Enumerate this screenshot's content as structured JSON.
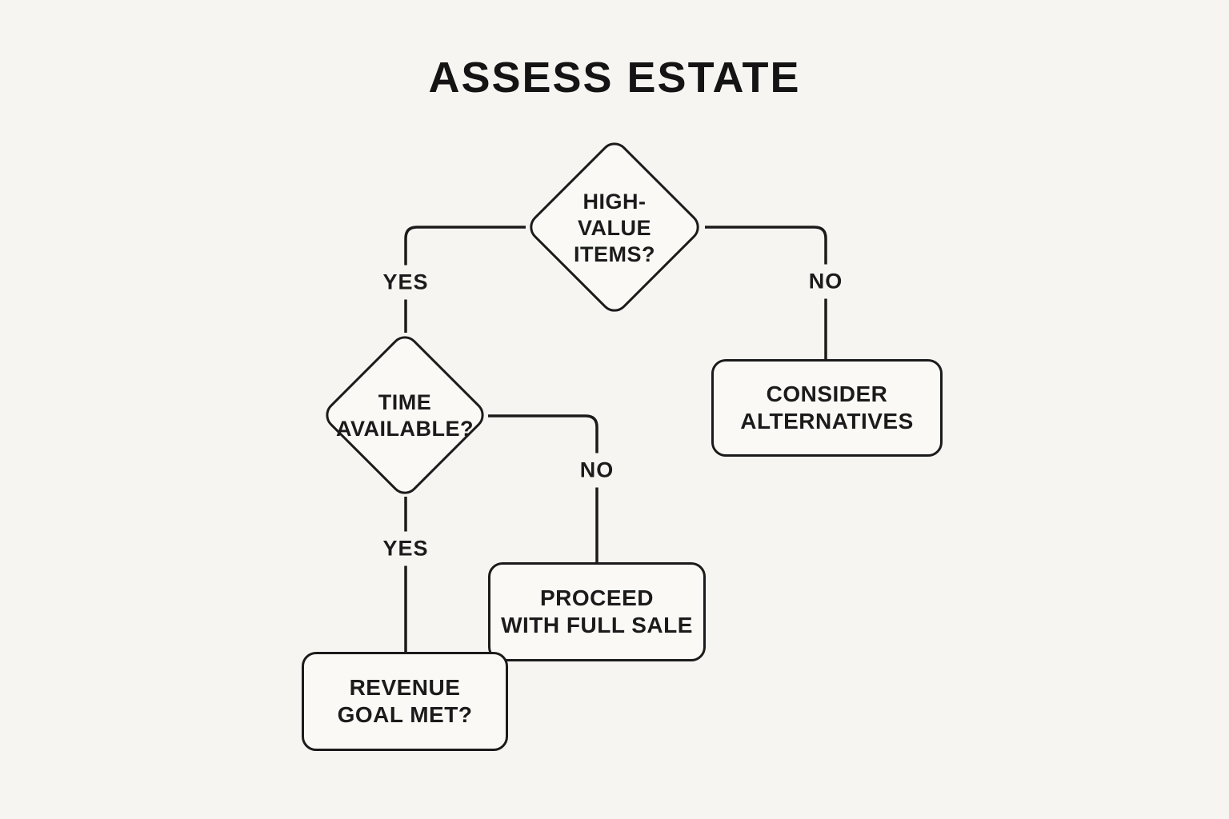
{
  "diagram": {
    "title": "ASSESS ESTATE",
    "nodes": {
      "high_value_items": {
        "type": "decision",
        "label": "HIGH-\nVALUE\nITEMS?"
      },
      "time_available": {
        "type": "decision",
        "label": "TIME\nAVAILABLE?"
      },
      "consider_alternatives": {
        "type": "process",
        "label": "CONSIDER\nALTERNATIVES"
      },
      "proceed_full_sale": {
        "type": "process",
        "label": "PROCEED\nWITH FULL SALE"
      },
      "revenue_goal_met": {
        "type": "process",
        "label": "REVENUE\nGOAL MET?"
      }
    },
    "edges": {
      "high_value_yes": {
        "from": "high_value_items",
        "to": "time_available",
        "label": "YES"
      },
      "high_value_no": {
        "from": "high_value_items",
        "to": "consider_alternatives",
        "label": "NO"
      },
      "time_no": {
        "from": "time_available",
        "to": "proceed_full_sale",
        "label": "NO"
      },
      "time_yes": {
        "from": "time_available",
        "to": "revenue_goal_met",
        "label": "YES"
      }
    },
    "colors": {
      "background": "#f6f5f2",
      "node_fill": "#faf9f6",
      "stroke": "#1b1b1b",
      "text": "#141414"
    }
  }
}
